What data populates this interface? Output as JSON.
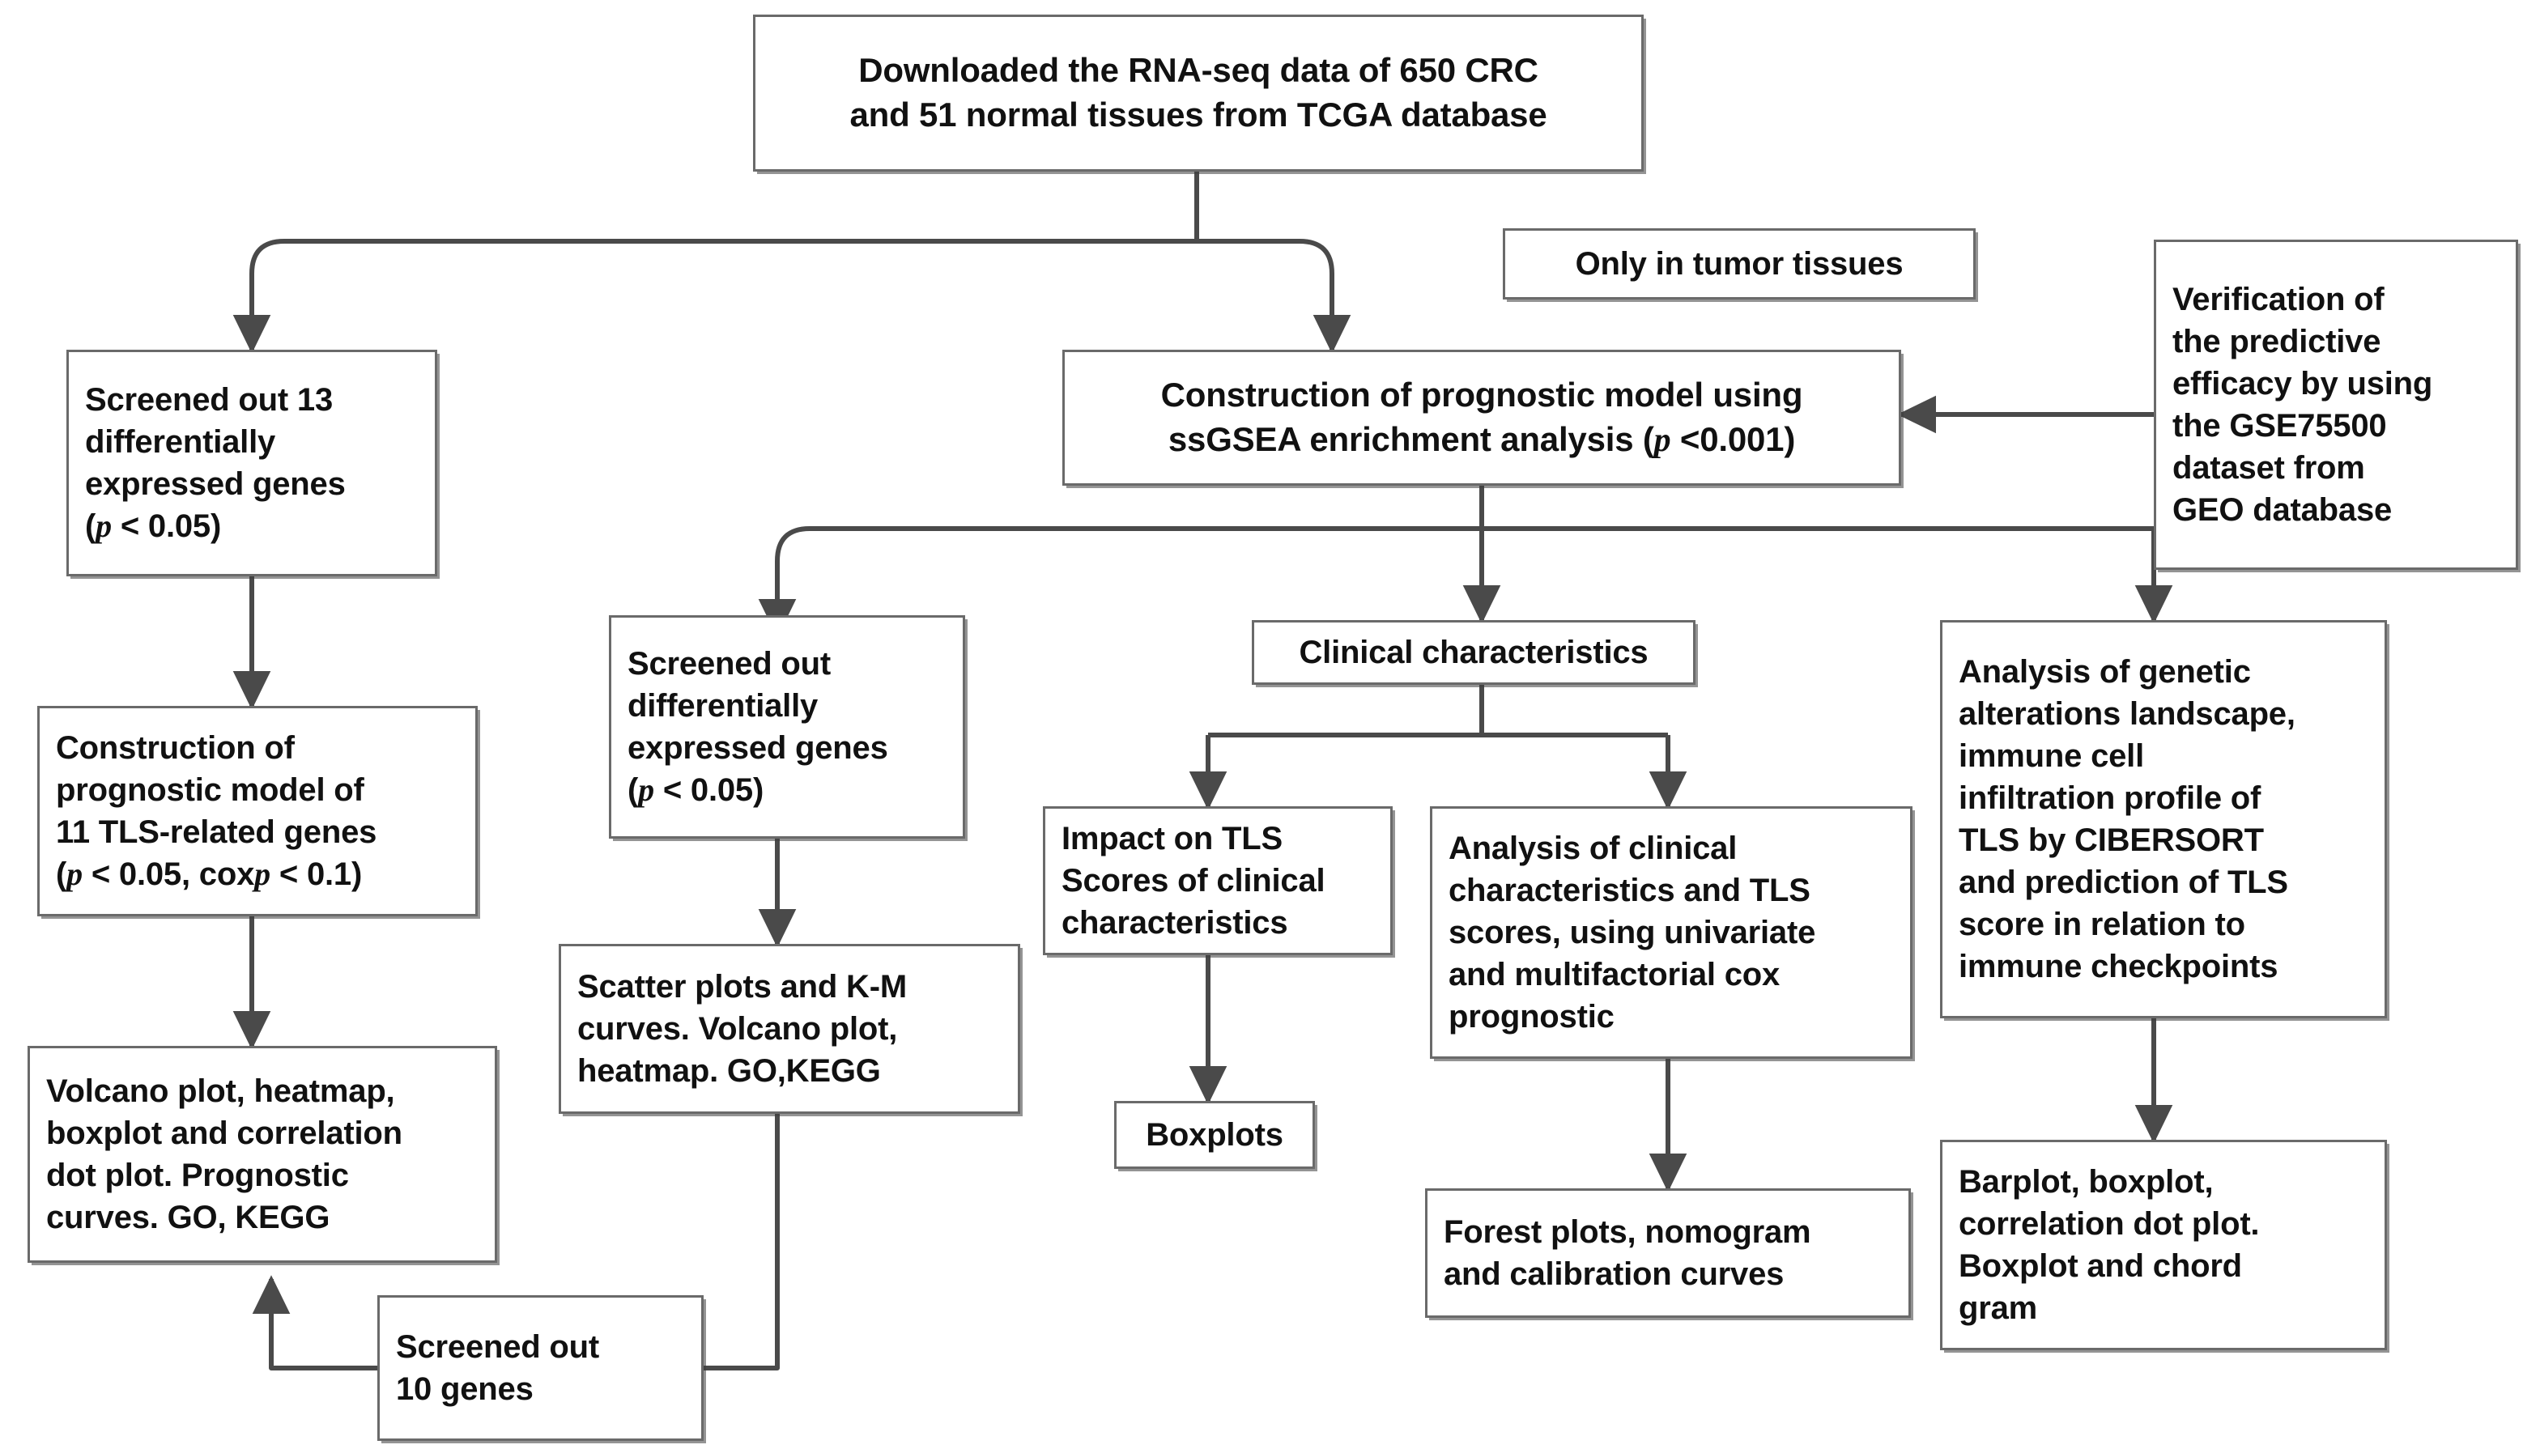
{
  "diagram": {
    "title": "Study workflow flowchart",
    "type": "flowchart",
    "line_color": "#555555",
    "box_border_color": "#6a6a6a",
    "background": "#ffffff"
  },
  "nodes": {
    "source_data": "Downloaded the RNA-seq data of 650 CRC\nand 51 normal tissues from TCGA database",
    "only_tumor": "Only in tumor tissues",
    "verification": "Verification of\nthe predictive\nefficacy by using\nthe GSE75500\ndataset from\nGEO database",
    "screened13": "Screened out 13\ndifferentially\nexpressed genes\n(p < 0.05)",
    "prognostic_ssgsea": "Construction of prognostic model using\nssGSEA enrichment analysis (p <0.001)",
    "model11": "Construction of\nprognostic model of\n11 TLS-related genes\n(p < 0.05, coxp < 0.1)",
    "screened_deg": "Screened out\ndifferentially\nexpressed genes\n(p < 0.05)",
    "clinical_characteristics": "Clinical characteristics",
    "genetic_analysis": "Analysis of genetic\nalterations landscape,\nimmune cell\ninfiltration profile of\nTLS by CIBERSORT\nand prediction of TLS\nscore in relation to\nimmune checkpoints",
    "volcano_left": "Volcano plot, heatmap,\nboxplot and correlation\ndot plot. Prognostic\ncurves. GO, KEGG",
    "scatter_km": "Scatter plots and K-M\ncurves. Volcano plot,\nheatmap. GO,KEGG",
    "impact_tls": "Impact on TLS\nScores of clinical\ncharacteristics",
    "analysis_cox": "Analysis of clinical\ncharacteristics and TLS\nscores, using univariate\nand multifactorial cox\nprognostic",
    "boxplots": "Boxplots",
    "forest_plots": "Forest plots, nomogram\nand calibration curves",
    "barplot_chord": "Barplot, boxplot,\ncorrelation dot plot.\nBoxplot and chord\ngram",
    "screened10": "Screened out\n10 genes"
  }
}
